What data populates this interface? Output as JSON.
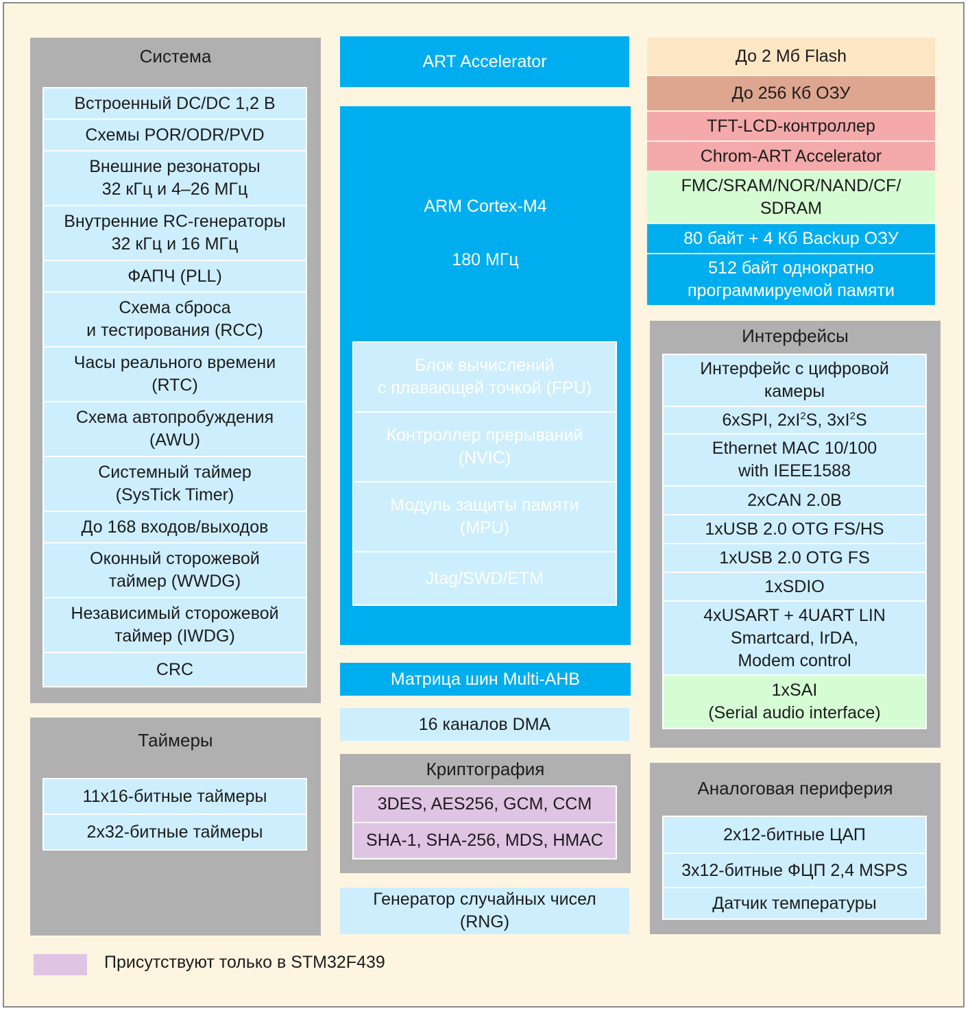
{
  "sistema": {
    "title": "Система",
    "items": [
      [
        "Встроенный DC/DC 1,2 В"
      ],
      [
        "Схемы POR/ODR/PVD"
      ],
      [
        "Внешние резонаторы",
        "32 кГц и 4–26 МГц"
      ],
      [
        "Внутренние RC-генераторы",
        "32 кГц и 16 МГц"
      ],
      [
        "ФАПЧ (PLL)"
      ],
      [
        "Схема сброса",
        "и тестирования (RCC)"
      ],
      [
        "Часы реального времени",
        "(RTC)"
      ],
      [
        "Схема автопробуждения",
        "(AWU)"
      ],
      [
        "Системный таймер",
        "(SysTick Timer)"
      ],
      [
        "До 168 входов/выходов"
      ],
      [
        "Оконный сторожевой",
        "таймер (WWDG)"
      ],
      [
        "Независимый сторожевой",
        "таймер (IWDG)"
      ],
      [
        "CRC"
      ]
    ]
  },
  "taimery": {
    "title": "Таймеры",
    "items": [
      "11x16-битные таймеры",
      "2x32-битные таймеры"
    ]
  },
  "core": {
    "art": "ART Accelerator",
    "cpu": "ARM Cortex-M4",
    "freq": "180 МГц",
    "units": [
      [
        "Блок вычислений",
        "с плавающей точкой (FPU)"
      ],
      [
        "Контроллер прерываний",
        "(NVIC)"
      ],
      [
        "Модуль защиты памяти",
        "(MPU)"
      ],
      [
        "Jtag/SWD/ETM"
      ]
    ],
    "bus": "Матрица шин Multi-AHB",
    "dma": "16 каналов DMA"
  },
  "crypto": {
    "title": "Криптография",
    "items": [
      "3DES, AES256, GCM, CCM",
      "SHA-1, SHA-256, MDS, HMAC"
    ]
  },
  "rng": [
    "Генератор случайных чисел",
    "(RNG)"
  ],
  "memory": [
    {
      "lines": [
        "До 2 Мб Flash"
      ],
      "color": "#fde6c4"
    },
    {
      "lines": [
        "До 256 Кб ОЗУ"
      ],
      "color": "#dea68f"
    },
    {
      "lines": [
        "TFT-LCD-контроллер"
      ],
      "color": "#f4a9aa"
    },
    {
      "lines": [
        "Chrom-ART Accelerator"
      ],
      "color": "#f4a9aa"
    },
    {
      "lines": [
        "FMC/SRAM/NOR/NAND/CF/",
        "SDRAM"
      ],
      "color": "#d6fcd4"
    },
    {
      "lines": [
        "80 байт + 4 Кб Backup ОЗУ"
      ],
      "color": "#00aeef"
    },
    {
      "lines": [
        "512 байт однократно",
        "программируемой памяти"
      ],
      "color": "#00aeef"
    }
  ],
  "interfaces": {
    "title": "Интерфейсы",
    "camera": [
      "Интерфейс с цифровой",
      "камеры"
    ],
    "spi": {
      "a": "6xSPI, 2xI",
      "b": "2",
      "c": "S, 3xI",
      "d": "2",
      "e": "S"
    },
    "items": [
      [
        "Ethernet MAC 10/100",
        "with IEEE1588"
      ],
      [
        "2xCAN 2.0B"
      ],
      [
        "1xUSB 2.0 OTG FS/HS"
      ],
      [
        "1xUSB 2.0 OTG FS"
      ],
      [
        "1xSDIO"
      ],
      [
        "4xUSART + 4UART LIN",
        "Smartcard, IrDA,",
        "Modem control"
      ]
    ],
    "sai": [
      "1xSAI",
      "(Serial audio interface)"
    ]
  },
  "analog": {
    "title": "Аналоговая периферия",
    "items": [
      "2x12-битные ЦАП",
      "3x12-битные ФЦП 2,4 MSPS",
      "Датчик температуры"
    ]
  },
  "legend": {
    "label": "Присутствуют только в STM32F439",
    "color": "#e0c4e3"
  },
  "colors": {
    "blue": "#00aeef",
    "light_blue": "#cdeefd",
    "group_gray": "#b0b0b0",
    "background": "#fef5e1"
  }
}
